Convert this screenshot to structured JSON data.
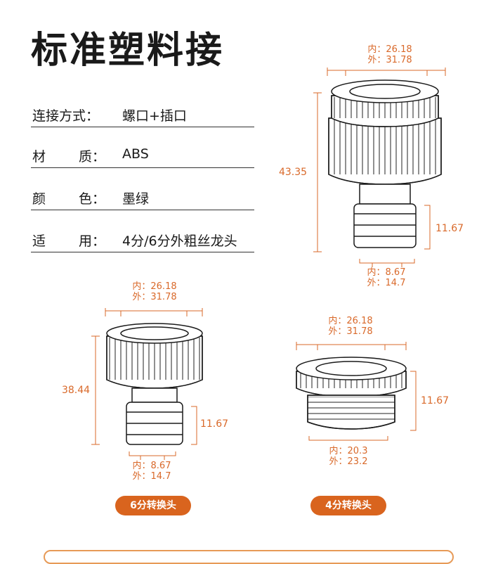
{
  "title": "标准塑料接",
  "specs": [
    {
      "key_a": "连接方式：",
      "key_b": "",
      "value": "螺口+插口"
    },
    {
      "key_a": "材",
      "key_b": "质：",
      "value": "ABS"
    },
    {
      "key_a": "颜",
      "key_b": "色：",
      "value": "墨绿"
    },
    {
      "key_a": "适",
      "key_b": "用：",
      "value": "4分/6分外粗丝龙头"
    }
  ],
  "part_a": {
    "top_inner": "内：26.18",
    "top_outer": "外：31.78",
    "height": "43.35",
    "stem": "11.67",
    "bottom_inner": "内：8.67",
    "bottom_outer": "外：14.7"
  },
  "part_b": {
    "top_inner": "内：26.18",
    "top_outer": "外：31.78",
    "height": "38.44",
    "stem": "11.67",
    "bottom_inner": "内：8.67",
    "bottom_outer": "外：14.7",
    "label": "6分转换头"
  },
  "part_c": {
    "top_inner": "内：26.18",
    "top_outer": "外：31.78",
    "height": "11.67",
    "bottom_inner": "内：20.3",
    "bottom_outer": "外：23.2",
    "label": "4分转换头"
  },
  "colors": {
    "accent": "#d9692a",
    "pill": "#d9641e",
    "line": "#1a1a1a"
  }
}
